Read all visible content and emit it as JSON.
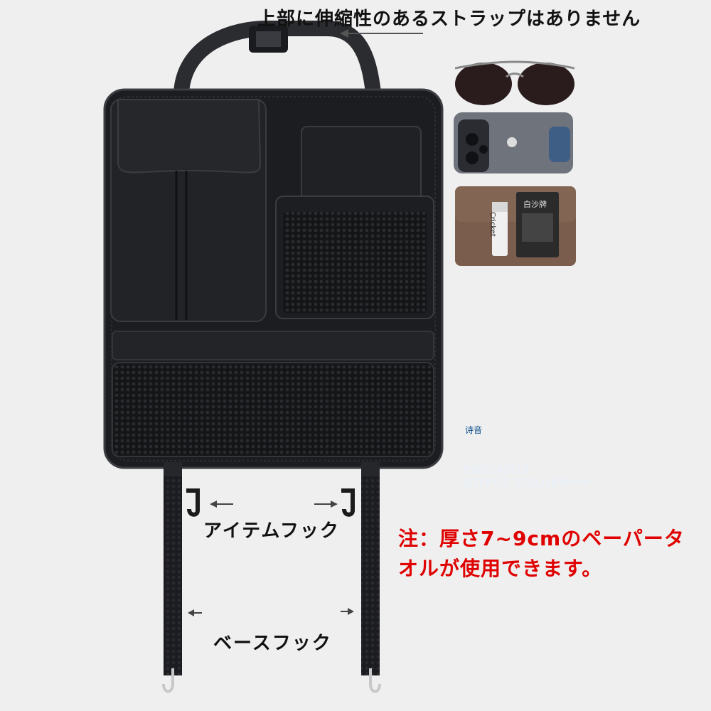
{
  "captions": {
    "top_strap_note": "上部に伸縮性のあるストラップはありません",
    "item_hook": "アイテムフック",
    "base_hook": "ベースフック",
    "note_line1": "注：厚さ7~9cmのペーパータ",
    "note_line2": "オルが使用できます。"
  },
  "product_labels": {
    "case_badge": "诗音",
    "case_line1": "PRECIOUS",
    "case_line2": "JOYFUL COLORS",
    "case_series": "420 系列",
    "lighter_brand": "Cricket",
    "card_brand": "白沙牌"
  },
  "colors": {
    "background": "#efefef",
    "organizer": "#1c1d20",
    "note_red": "#e00000",
    "case_blue": "#4a86c6",
    "umbrella": "#d9a888"
  }
}
